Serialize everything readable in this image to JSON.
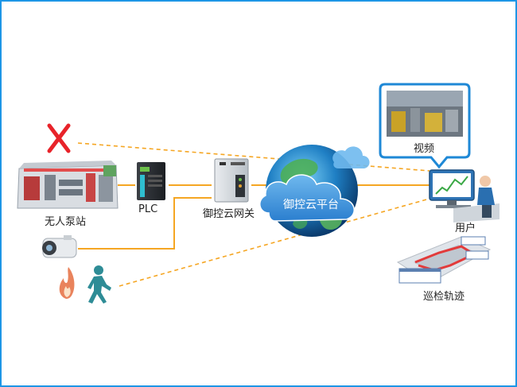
{
  "nodes": {
    "pump_station": "无人泵站",
    "plc": "PLC",
    "gateway": "御控云网关",
    "cloud_platform": "御控云平台",
    "video": "视频",
    "user": "用户",
    "patrol_track": "巡检轨迹",
    "alarm_mark": "X"
  },
  "icons": [
    "x-mark-icon",
    "pump-station-icon",
    "plc-icon",
    "gateway-icon",
    "camera-icon",
    "flame-icon",
    "walking-person-icon",
    "globe-cloud-icon",
    "video-monitor-icon",
    "user-workstation-icon",
    "patrol-map-icon"
  ],
  "colors": {
    "frame": "#1e96e6",
    "solid_line": "#f5a623",
    "dashed_line": "#f5a623",
    "alarm_x": "#e8232a",
    "cloud": "#3a8fd6",
    "video_bubble": "#1e88d6"
  }
}
